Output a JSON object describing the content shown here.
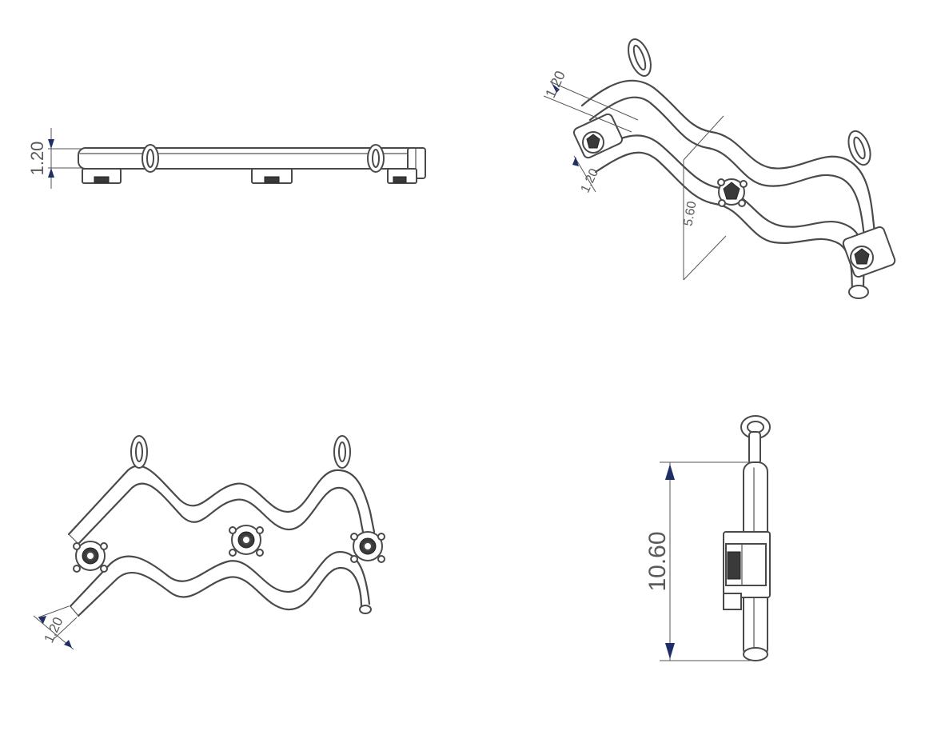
{
  "views": {
    "top": {
      "dimension_label": "1.20"
    },
    "iso": {
      "dimension_a": "1.20",
      "dimension_b": "1.20",
      "dimension_c": "5.60"
    },
    "front": {
      "dimension_label": "1.20"
    },
    "side": {
      "dimension_label": "10.60"
    }
  },
  "colors": {
    "line": "#4a4a4a",
    "arrow": "#1f2f66",
    "text": "#5a5a5a"
  }
}
